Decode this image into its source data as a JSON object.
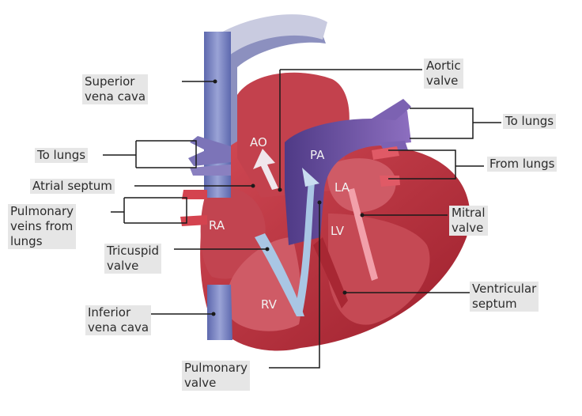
{
  "labels": {
    "superior_vena_cava": [
      "Superior",
      "vena cava"
    ],
    "aortic_valve": [
      "Aortic",
      "valve"
    ],
    "to_lungs_left": "To lungs",
    "to_lungs_right": "To lungs",
    "from_lungs": "From lungs",
    "atrial_septum": "Atrial septum",
    "pulmonary_veins": [
      "Pulmonary",
      "veins from",
      "lungs"
    ],
    "mitral_valve": [
      "Mitral",
      "valve"
    ],
    "tricuspid_valve": [
      "Tricuspid",
      "valve"
    ],
    "ventricular_septum": [
      "Ventricular",
      "septum"
    ],
    "inferior_vena_cava": [
      "Inferior",
      "vena cava"
    ],
    "pulmonary_valve": [
      "Pulmonary",
      "valve"
    ]
  },
  "chambers": {
    "ao": "AO",
    "pa": "PA",
    "la": "LA",
    "ra": "RA",
    "lv": "LV",
    "rv": "RV"
  },
  "colors": {
    "myocardium": "#b8303a",
    "chamber_interior": "#cf5b66",
    "vein_blue": "#6f78b6",
    "pulmonary_purple": "#6a4f9c",
    "label_background": "#e6e6e6"
  }
}
